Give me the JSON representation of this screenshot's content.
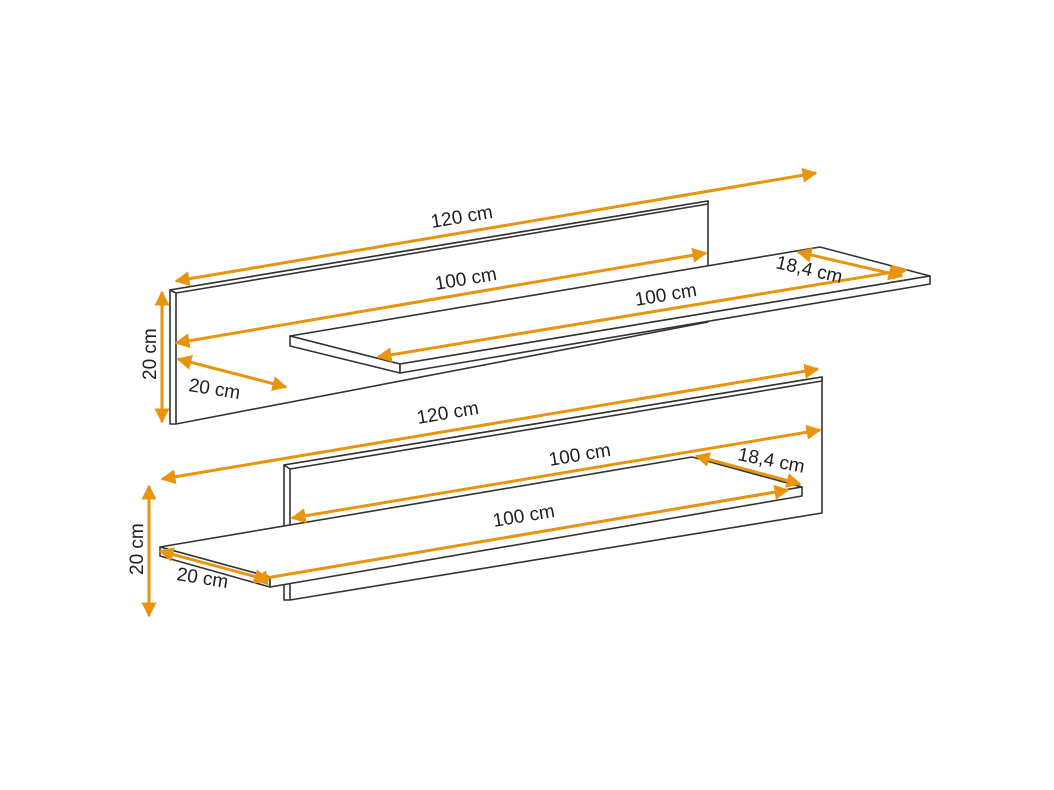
{
  "accent_color": "#E8940F",
  "line_color": "#333333",
  "shelf_top": {
    "back_length": "120 cm",
    "back_inner": "100 cm",
    "shelf_length": "100 cm",
    "shelf_depth": "18,4 cm",
    "height": "20 cm",
    "depth": "20 cm"
  },
  "shelf_bottom": {
    "back_length": "120 cm",
    "back_inner": "100 cm",
    "shelf_length": "100 cm",
    "shelf_depth": "18,4 cm",
    "height": "20 cm",
    "depth": "20 cm"
  }
}
